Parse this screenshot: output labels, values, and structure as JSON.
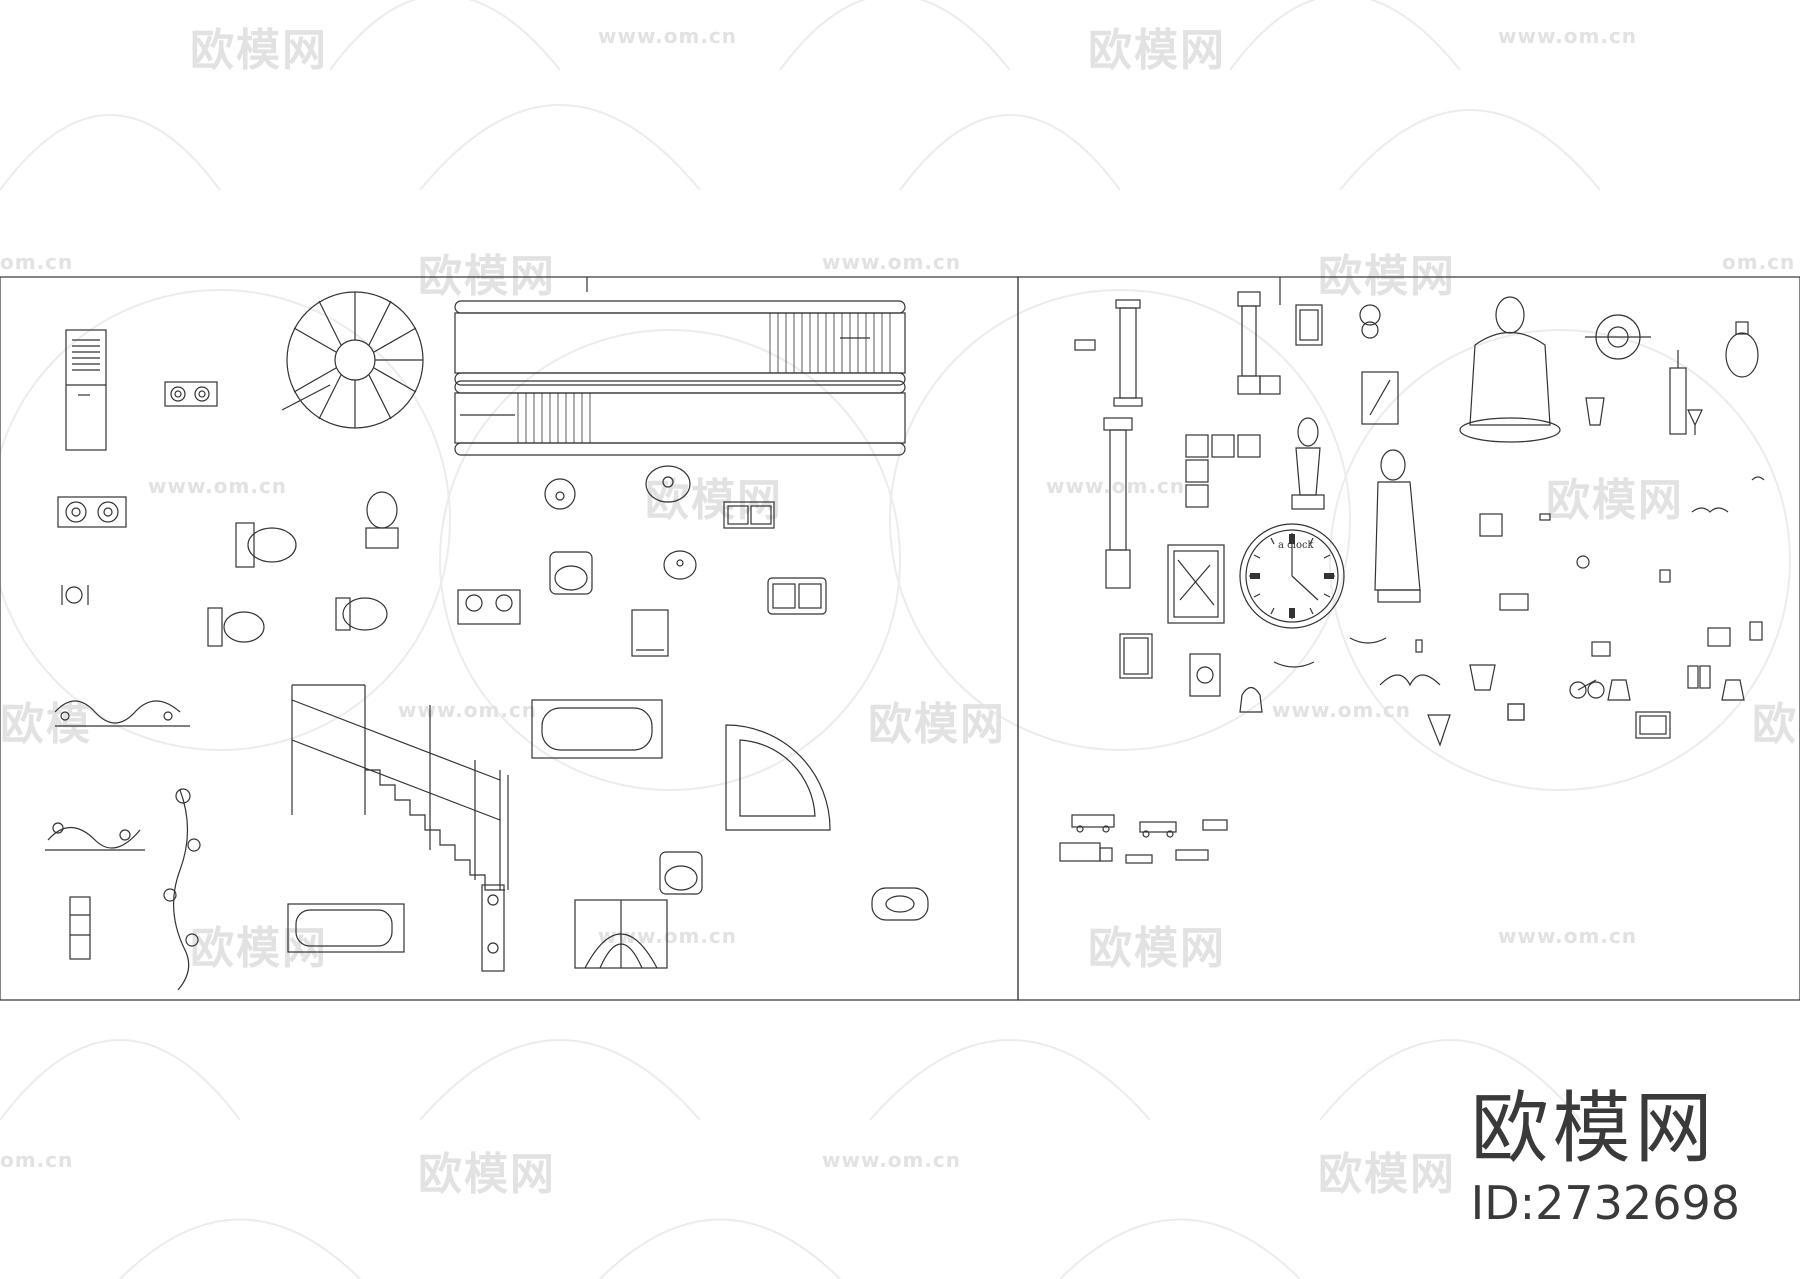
{
  "watermark": {
    "logo_text": "欧模网",
    "url_text": "www.om.cn",
    "url_fragment": "om.cn",
    "logo_fragment": "欧模"
  },
  "brand": {
    "name": "欧模网",
    "id": "ID:2732698"
  },
  "clock_label": "a clock",
  "colors": {
    "line": "#333333",
    "watermark": "#e2e2e2",
    "background": "#ffffff"
  }
}
